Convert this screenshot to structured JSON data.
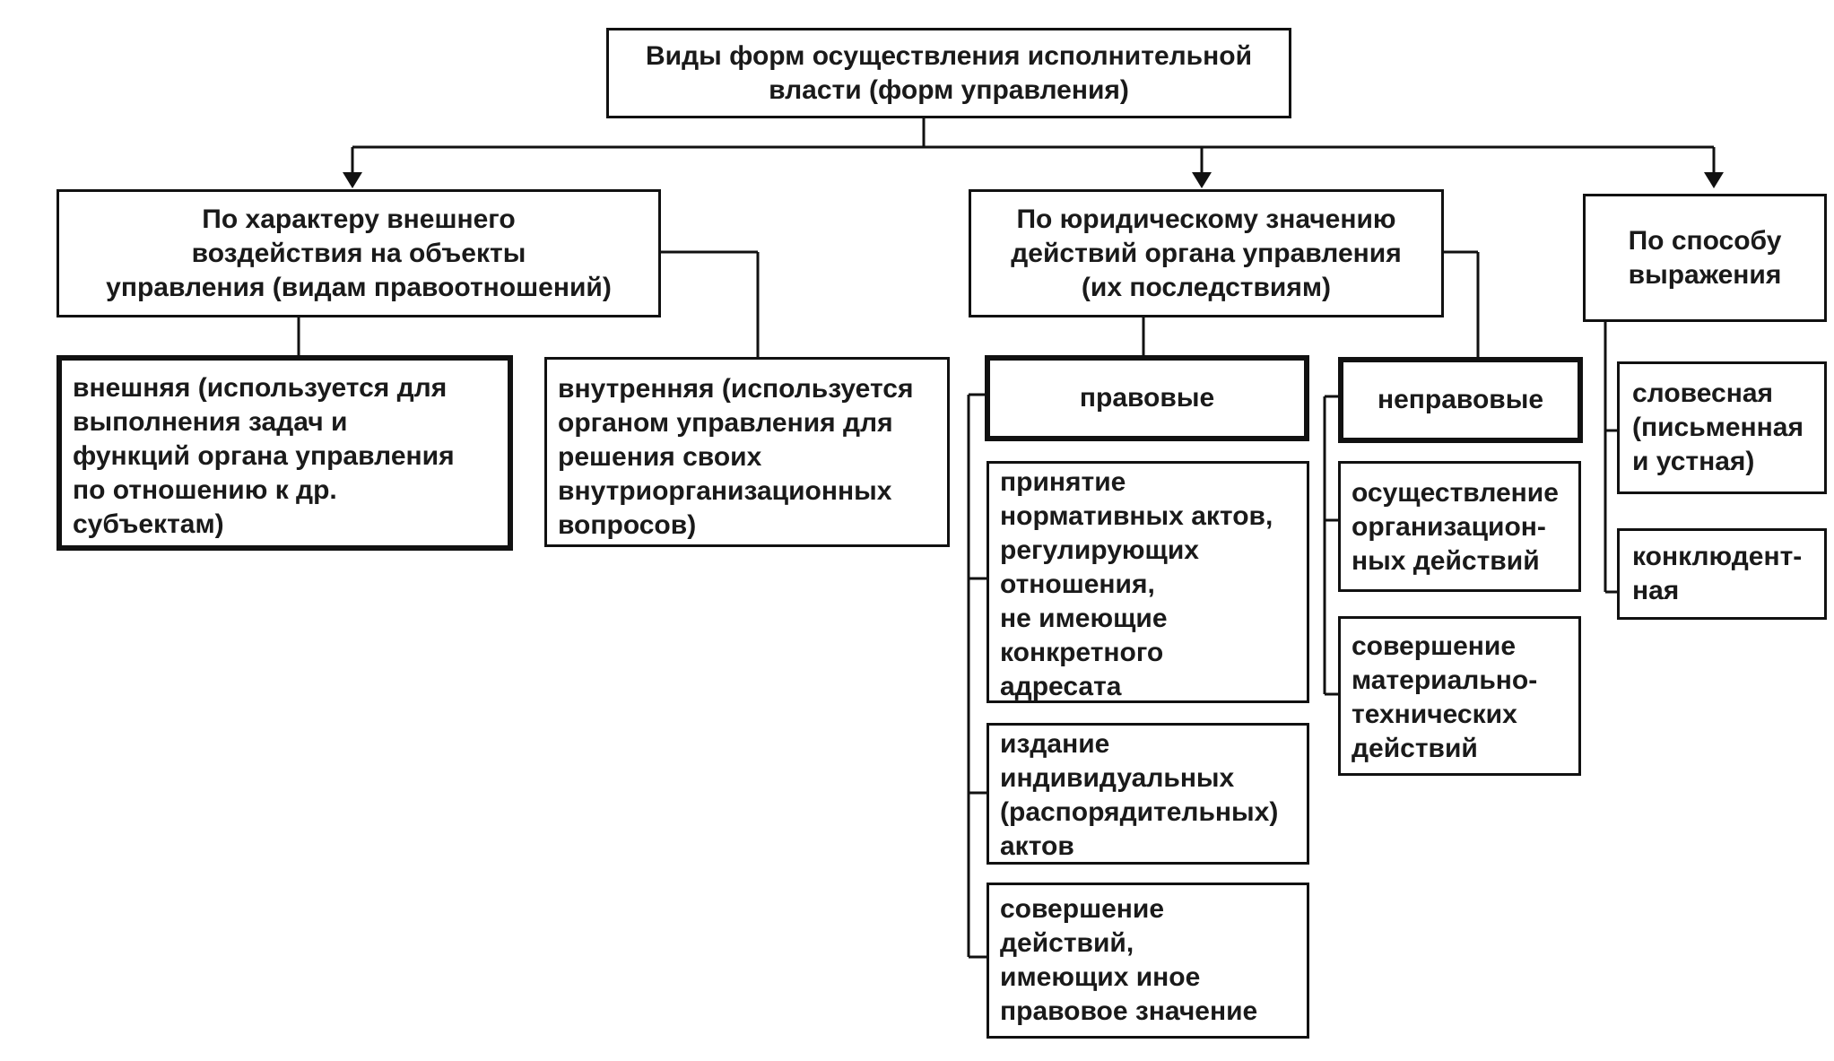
{
  "root": {
    "line1": "Виды форм осуществления исполнительной",
    "line2": "власти (форм управления)"
  },
  "cat1": {
    "line1": "По характеру внешнего",
    "line2": "воздействия на объекты",
    "line3": "управления (видам правоотношений)",
    "external": {
      "lines": [
        "внешняя (используется для",
        "выполнения задач и",
        "функций органа управления",
        "по отношению к др.",
        "субъектам)"
      ]
    },
    "internal": {
      "lines": [
        "внутренняя (используется",
        "органом управления для",
        "решения своих",
        "внутриорганизационных",
        "вопросов)"
      ]
    }
  },
  "cat2": {
    "line1": "По юридическому значению",
    "line2": "действий органа управления",
    "line3": "(их последствиям)",
    "legal": {
      "title": "правовые",
      "item1": {
        "line1": "принятие",
        "bold": "нормативных",
        "rest": " актов,",
        "lines": [
          "регулирующих",
          "отношения,",
          "не имеющие",
          "конкретного",
          "адресата"
        ]
      },
      "item2": {
        "line1": "издание",
        "bold": "индивидуальных",
        "lines": [
          "(распорядительных)",
          "актов"
        ]
      },
      "item3": {
        "lines": [
          "совершение",
          "действий,",
          "имеющих иное",
          "правовое значение"
        ]
      }
    },
    "nonlegal": {
      "title": "неправовые",
      "item1": {
        "lines": [
          "осуществление",
          "организацион-",
          "ных действий"
        ]
      },
      "item2": {
        "lines": [
          "совершение",
          "материально-",
          "технических",
          "действий"
        ]
      }
    }
  },
  "cat3": {
    "line1": "По способу",
    "line2": "выражения",
    "verbal": {
      "lines": [
        "словесная",
        "(письменная",
        "и устная)"
      ]
    },
    "conclusive": {
      "lines": [
        "конклюдент-",
        "ная"
      ]
    }
  }
}
